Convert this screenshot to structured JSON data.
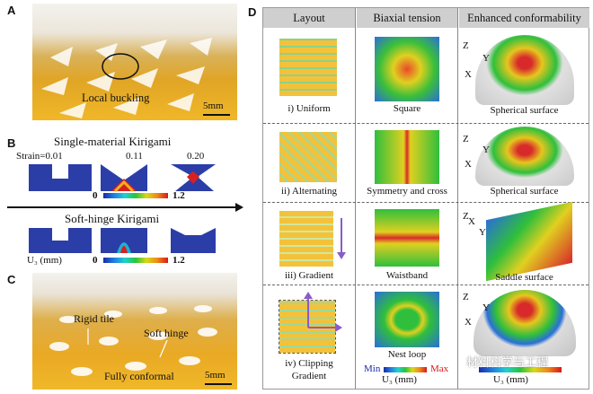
{
  "panel_labels": {
    "a": "A",
    "b": "B",
    "c": "C",
    "d": "D"
  },
  "panel_a": {
    "annotation": "Local buckling",
    "scale_bar": "5mm"
  },
  "panel_b": {
    "title_top": "Single-material Kirigami",
    "strain_labels": [
      "Strain=0.01",
      "0.11",
      "0.20"
    ],
    "cbar_min": "0",
    "cbar_max": "1.2",
    "title_bottom": "Soft-hinge Kirigami",
    "unit": "U₃ (mm)",
    "cbar2_min": "0",
    "cbar2_max": "1.2"
  },
  "panel_c": {
    "label_rigid": "Rigid tile",
    "label_soft": "Soft hinge",
    "label_conformal": "Fully conformal",
    "scale_bar": "5mm"
  },
  "panel_d": {
    "headers": [
      "Layout",
      "Biaxial tension",
      "Enhanced conformability"
    ],
    "rows": [
      {
        "layout": "i) Uniform",
        "tension": "Square",
        "surface": "Spherical surface"
      },
      {
        "layout": "ii) Alternating",
        "tension": "Symmetry and cross",
        "surface": "Spherical surface"
      },
      {
        "layout": "iii) Gradient",
        "tension": "Waistband",
        "surface": "Saddle surface"
      },
      {
        "layout": "iv) Clipping",
        "layout2": "Gradient",
        "tension": "Nest loop",
        "surface": ""
      }
    ],
    "cbar_min": "Min",
    "cbar_max": "Max",
    "unit1": "U₃ (mm)",
    "unit2": "U₃ (mm)",
    "axes": {
      "z": "Z",
      "y": "Y",
      "x": "X"
    }
  },
  "watermark": "材料科学与工程"
}
